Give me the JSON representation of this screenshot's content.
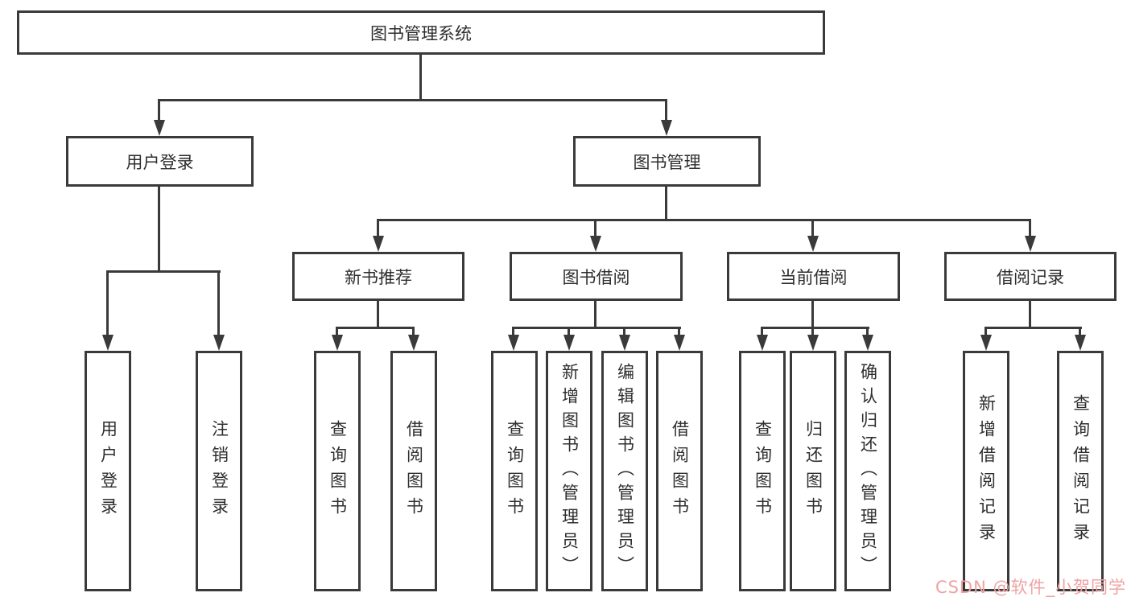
{
  "tree": {
    "label": "图书管理系统",
    "children": [
      {
        "label": "用户登录",
        "children": [
          {
            "label": "用户登录"
          },
          {
            "label": "注销登录"
          }
        ]
      },
      {
        "label": "图书管理",
        "children": [
          {
            "label": "新书推荐",
            "children": [
              {
                "label": "查询图书"
              },
              {
                "label": "借阅图书"
              }
            ]
          },
          {
            "label": "图书借阅",
            "children": [
              {
                "label": "查询图书"
              },
              {
                "label": "新增图书（管理员）"
              },
              {
                "label": "编辑图书（管理员）"
              },
              {
                "label": "借阅图书"
              }
            ]
          },
          {
            "label": "当前借阅",
            "children": [
              {
                "label": "查询图书"
              },
              {
                "label": "归还图书"
              },
              {
                "label": "确认归还（管理员）"
              }
            ]
          },
          {
            "label": "借阅记录",
            "children": [
              {
                "label": "新增借阅记录"
              },
              {
                "label": "查询借阅记录"
              }
            ]
          }
        ]
      }
    ]
  },
  "watermark": {
    "text": "CSDN @软件_小贺同学"
  },
  "colors": {
    "line": "#3a3a3a",
    "box_fill": "#ffffff",
    "text": "#2e2e2e",
    "watermark": "#f0a2a2"
  }
}
